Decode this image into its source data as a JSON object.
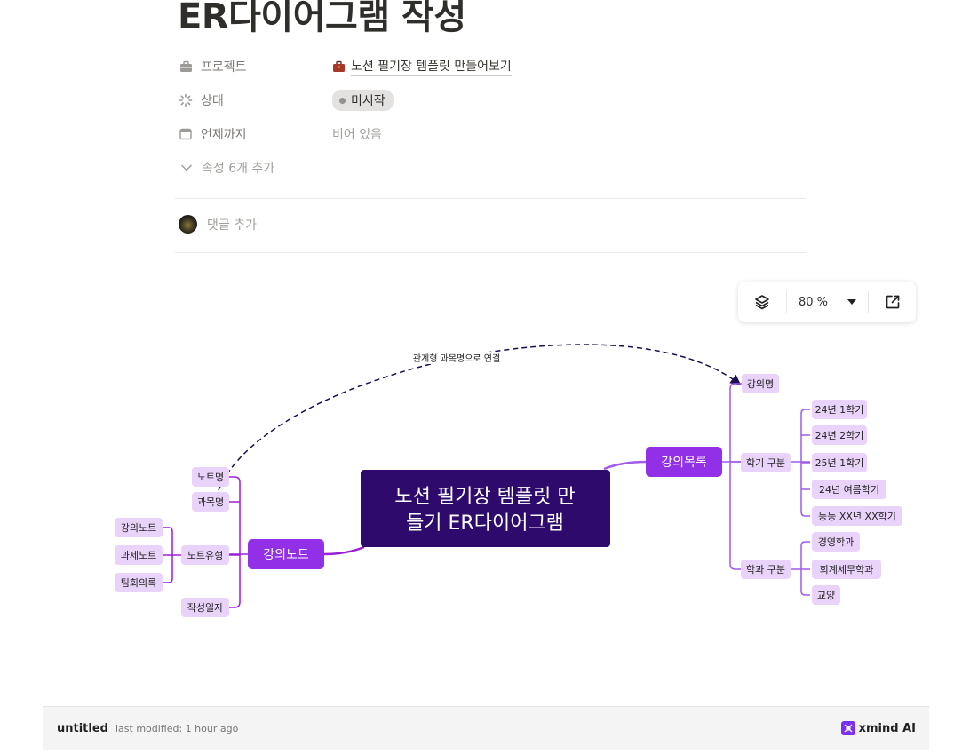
{
  "page": {
    "title": "ER다이어그램 작성"
  },
  "properties": [
    {
      "key": "project",
      "label": "프로젝트",
      "icon": "briefcase-icon",
      "value": "노션 필기장 템플릿 만들어보기",
      "value_icon": "red-briefcase-icon"
    },
    {
      "key": "status",
      "label": "상태",
      "icon": "status-spinner-icon",
      "value": "미시작"
    },
    {
      "key": "due",
      "label": "언제까지",
      "icon": "calendar-icon",
      "value": "비어 있음"
    }
  ],
  "add_properties": "속성 6개 추가",
  "comment": {
    "placeholder": "댓글 추가"
  },
  "toolbar": {
    "zoom": "80 %"
  },
  "mindmap": {
    "central": [
      "노션 필기장 템플릿 만",
      "들기 ER다이어그램"
    ],
    "relationship_label": "관계형 과목명으로 연결",
    "right": {
      "branch": "강의목록",
      "children": [
        {
          "label": "강의명",
          "children": []
        },
        {
          "label": "학기 구분",
          "children": [
            "24년 1학기",
            "24년 2학기",
            "25년 1학기",
            "24년 여름학기",
            "등등 XX년 XX학기"
          ]
        },
        {
          "label": "학과 구분",
          "children": [
            "경영학과",
            "회계세무학과",
            "교양"
          ]
        }
      ]
    },
    "left": {
      "branch": "강의노트",
      "children": [
        {
          "label": "노트명",
          "children": []
        },
        {
          "label": "과목명",
          "children": []
        },
        {
          "label": "노트유형",
          "children": [
            "강의노트",
            "과제노트",
            "팀회의록"
          ]
        },
        {
          "label": "작성일자",
          "children": []
        }
      ]
    }
  },
  "footer": {
    "title": "untitled",
    "modified": "last modified: 1 hour ago",
    "brand": "xmind AI"
  },
  "colors": {
    "central_bg": "#2d0a6b",
    "branch_bg": "#9230e8",
    "node_bg": "#ead3fa",
    "line": "#a05ae8",
    "left_line": "#9b1fd6"
  }
}
